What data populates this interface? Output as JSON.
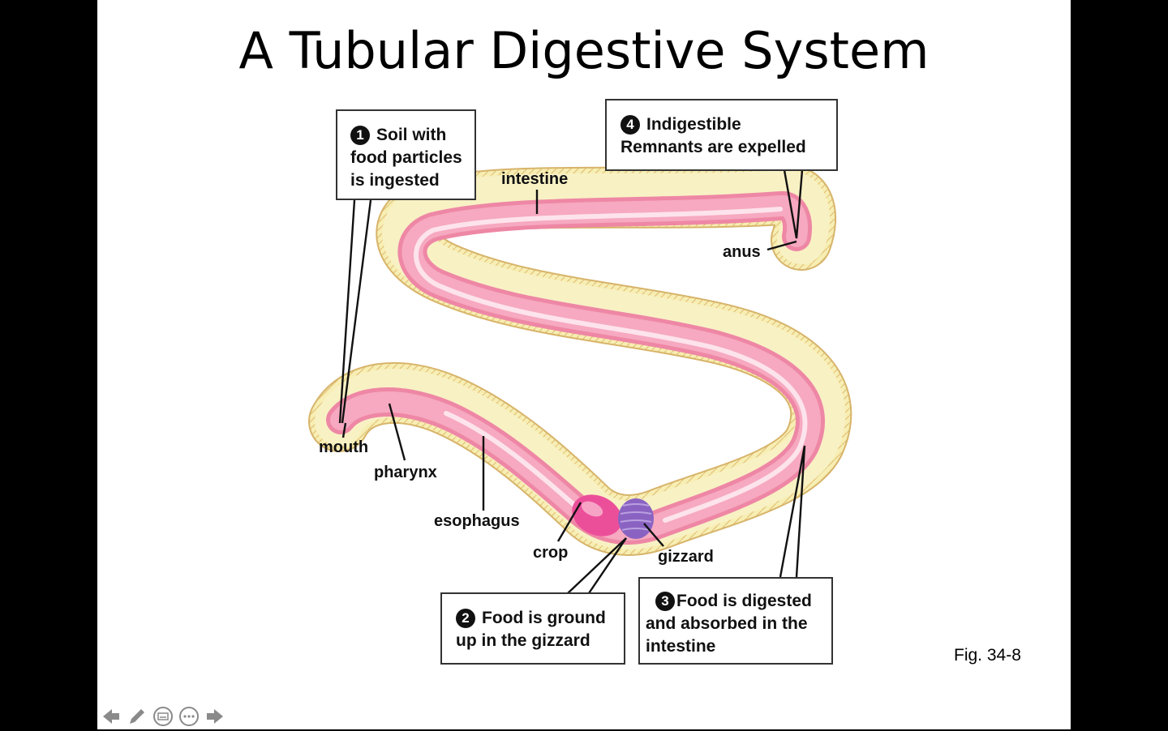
{
  "slide": {
    "title": "A Tubular Digestive System",
    "figure_ref": "Fig. 34-8"
  },
  "callouts": [
    {
      "number": "1",
      "lines": [
        "Soil with",
        "food particles",
        "is ingested"
      ]
    },
    {
      "number": "2",
      "lines": [
        "Food is ground",
        "up in the gizzard"
      ]
    },
    {
      "number": "3",
      "lines": [
        "Food is digested",
        "and absorbed in the",
        "intestine"
      ]
    },
    {
      "number": "4",
      "lines": [
        "Indigestible",
        "Remnants are expelled"
      ]
    }
  ],
  "labels": {
    "mouth": "mouth",
    "pharynx": "pharynx",
    "esophagus": "esophagus",
    "crop": "crop",
    "gizzard": "gizzard",
    "intestine": "intestine",
    "anus": "anus"
  },
  "colors": {
    "body_outer": "#f6eaa6",
    "body_edge": "#d8b66c",
    "gut": "#f49ab2",
    "gut_highlight": "#fde0ea",
    "crop": "#ec4f9a",
    "gizzard": "#8a63c2",
    "background": "#000000",
    "slide": "#ffffff"
  },
  "controls": [
    "previous-arrow-icon",
    "pen-icon",
    "subtitles-icon",
    "more-options-icon",
    "next-arrow-icon"
  ]
}
